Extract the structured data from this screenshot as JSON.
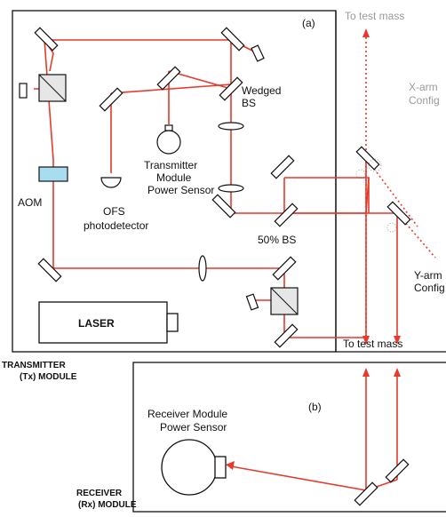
{
  "panels": {
    "a_label": "(a)",
    "b_label": "(b)"
  },
  "labels": {
    "to_test_mass_top": "To  test mass",
    "to_test_mass_bottom": "To  test mass",
    "x_arm": "X-arm",
    "x_arm_config": "Config",
    "y_arm": "Y-arm",
    "y_arm_config": "Config",
    "wedged_bs_line1": "Wedged",
    "wedged_bs_line2": "BS",
    "transmitter_sensor_line1": "Transmitter",
    "transmitter_sensor_line2": "Module",
    "transmitter_sensor_line3": "Power Sensor",
    "aom": "AOM",
    "ofs_line1": "OFS",
    "ofs_line2": "photodetector",
    "bs50": "50% BS",
    "laser": "LASER",
    "tx_module_line1": "TRANSMITTER",
    "tx_module_line2": "(Tx) MODULE",
    "receiver_sensor_line1": "Receiver Module",
    "receiver_sensor_line2": "Power Sensor",
    "rx_module_line1": "RECEIVER",
    "rx_module_line2": "(Rx) MODULE"
  },
  "colors": {
    "beam": "#e8392a",
    "aom_fill": "#a8dcef",
    "outline": "#111111",
    "config_text": "#9a9a9a"
  }
}
